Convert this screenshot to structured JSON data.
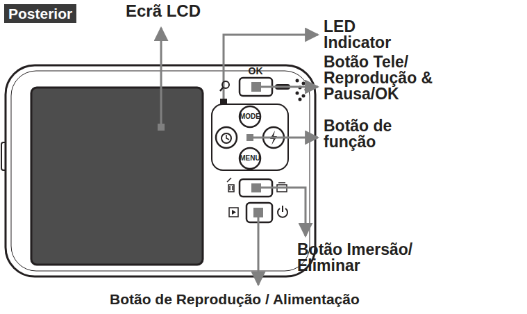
{
  "diagram": {
    "title": "Posterior",
    "labels": [
      "Ecrã LCD",
      "LED Indicator",
      "Botão Tele/ Reprodução & Pausa/OK",
      "Botão de função",
      "Botão Imersão/ Eliminar",
      "Botão de Reprodução / Alimentação",
      "OK",
      "MODE",
      "MENU"
    ]
  }
}
